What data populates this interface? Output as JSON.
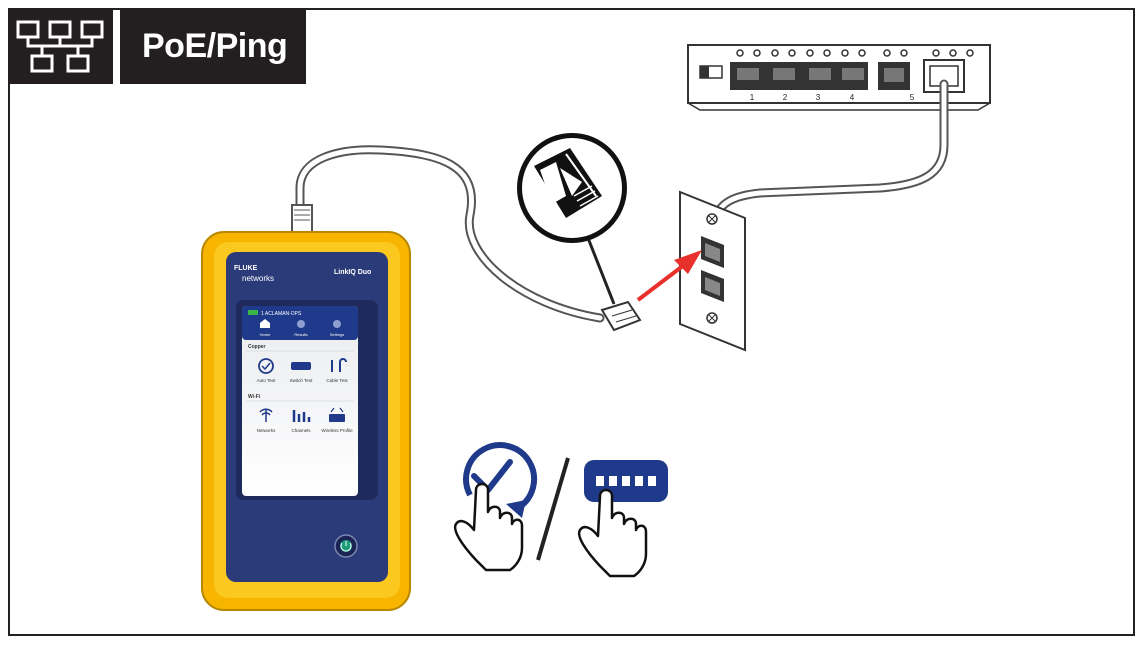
{
  "header": {
    "title": "PoE/Ping",
    "icon": "network-topology-icon"
  },
  "switch": {
    "port_labels": [
      "1",
      "2",
      "3",
      "4",
      "5"
    ]
  },
  "tester": {
    "brand_top": "FLUKE",
    "brand_bottom": "networks",
    "model": "LinkIQ Duo",
    "screen": {
      "status": "1 ACLAMAN-OPS",
      "nav": [
        "Home",
        "Results",
        "Settings"
      ],
      "copper_heading": "Copper",
      "copper_tiles": [
        "Auto Test",
        "Switch Test",
        "Cable Test"
      ],
      "wifi_heading": "Wi-Fi",
      "wifi_tiles": [
        "Networks",
        "Channels",
        "Wireless Profile"
      ]
    }
  },
  "gestures": [
    "autotest-touch-icon",
    "switch-test-touch-icon"
  ],
  "colors": {
    "accent_red": "#e8302c",
    "fluke_yellow": "#f7b500",
    "device_navy": "#2b3a78",
    "icon_blue": "#1f3a8a"
  }
}
